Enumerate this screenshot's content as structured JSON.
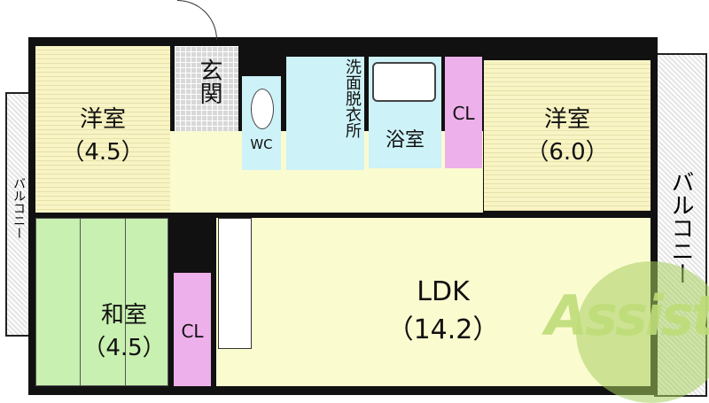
{
  "rooms": {
    "western_1": {
      "name": "洋室",
      "size": "（4.5）"
    },
    "entrance": {
      "name": "玄関"
    },
    "wc": {
      "name": "WC"
    },
    "washroom": {
      "name": "洗面脱衣所"
    },
    "bath": {
      "name": "浴室"
    },
    "closet_1": {
      "name": "CL"
    },
    "western_2": {
      "name": "洋室",
      "size": "（6.0）"
    },
    "japanese": {
      "name": "和室",
      "size": "（4.5）"
    },
    "closet_2": {
      "name": "CL"
    },
    "ldk": {
      "name": "LDK",
      "size": "（14.2）"
    },
    "balcony_left": {
      "name": "バルコニー"
    },
    "balcony_right": {
      "name": "バルコニー"
    }
  },
  "logo": {
    "text": "Assist"
  },
  "colors": {
    "western": "#f8f4c4",
    "wet": "#cdf2f8",
    "closet": "#eeb0ea",
    "tatami": "#c8f0b0",
    "logo": "#a8d060"
  }
}
